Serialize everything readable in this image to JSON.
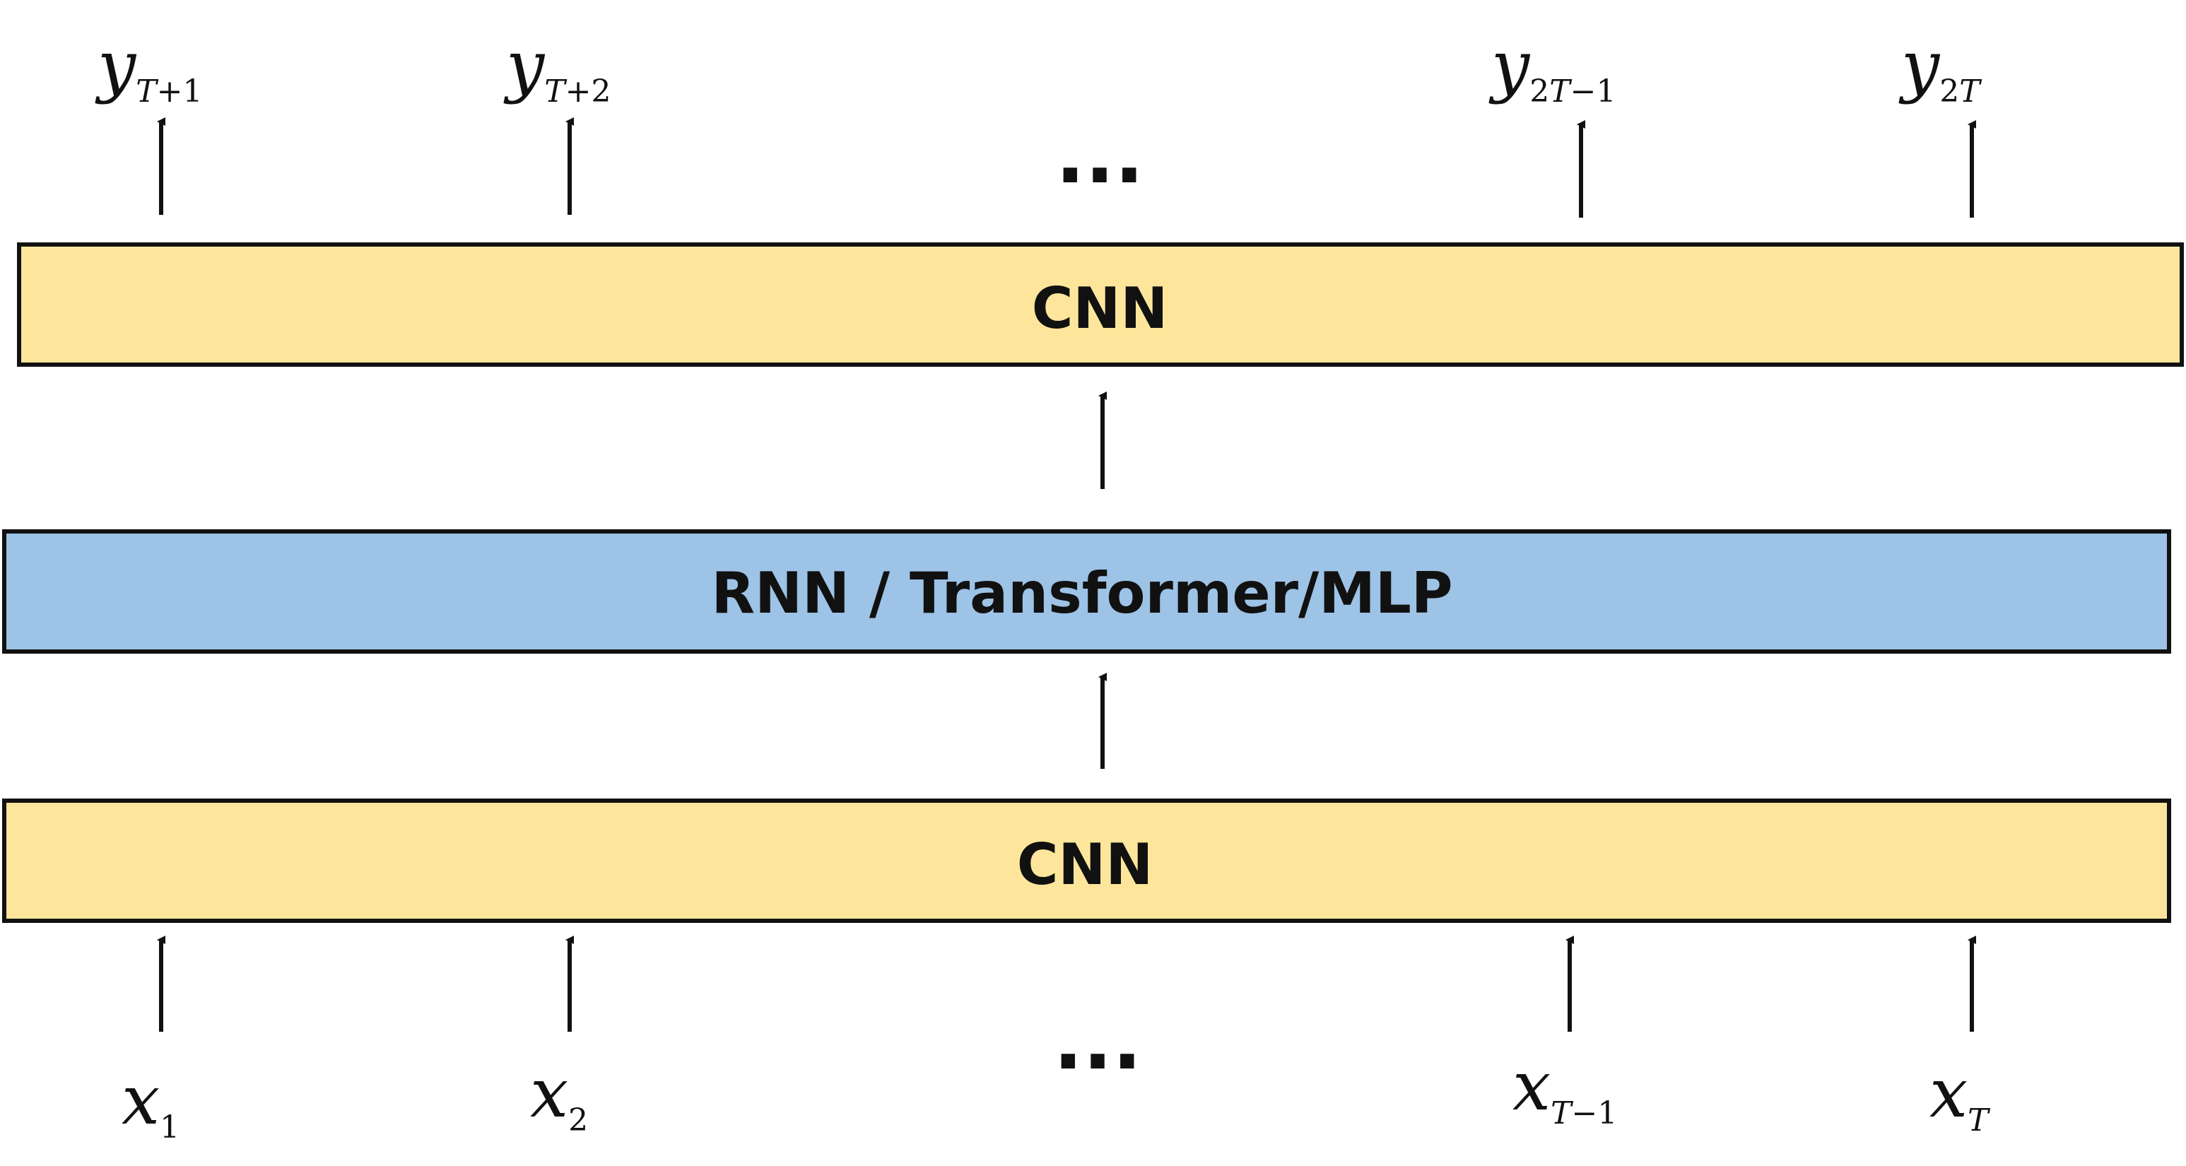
{
  "colors": {
    "cnn_fill": "#FDE69B",
    "middle_fill": "#9DC3E6",
    "stroke": "#111111"
  },
  "boxes": {
    "top_label": "CNN",
    "middle_label": "RNN / Transformer/MLP",
    "bottom_label": "CNN"
  },
  "outputs": [
    {
      "base": "y",
      "sub_italic": "T",
      "sub_rest": "+1"
    },
    {
      "base": "y",
      "sub_italic": "T",
      "sub_rest": "+2"
    },
    {
      "base": "y",
      "sub_pre": "2",
      "sub_italic": "T",
      "sub_rest": "−1"
    },
    {
      "base": "y",
      "sub_pre": "2",
      "sub_italic": "T",
      "sub_rest": ""
    }
  ],
  "inputs": [
    {
      "base": "x",
      "sub_pre": "1",
      "sub_italic": "",
      "sub_rest": ""
    },
    {
      "base": "x",
      "sub_pre": "2",
      "sub_italic": "",
      "sub_rest": ""
    },
    {
      "base": "x",
      "sub_italic": "T",
      "sub_rest": "−1"
    },
    {
      "base": "x",
      "sub_italic": "T",
      "sub_rest": ""
    }
  ],
  "ellipsis": "···"
}
